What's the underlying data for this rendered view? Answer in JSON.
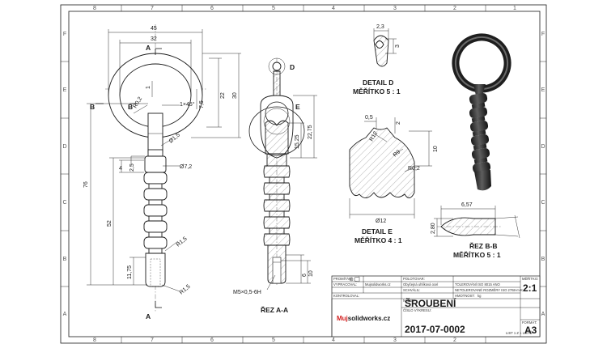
{
  "frame": {
    "col_labels": [
      "8",
      "7",
      "6",
      "5",
      "4",
      "3",
      "2",
      "1"
    ],
    "row_labels": [
      "F",
      "E",
      "D",
      "C",
      "B",
      "A"
    ]
  },
  "main_view": {
    "dims": {
      "d45": "45",
      "d32": "32",
      "d1": "1",
      "chamfer": "1×45°",
      "r02": "R0,2",
      "d7_5": "7,5",
      "d22": "22",
      "d30": "30",
      "d1_5": "Ø1,5",
      "d4": "4",
      "d2_5": "2,5",
      "d7_2": "Ø7,2",
      "d76": "76",
      "d52": "52",
      "r1_5a": "R1,5",
      "d11_75": "11,75",
      "r1_5b": "R1,5"
    },
    "section_marks": {
      "a_top": "A",
      "a_bottom": "A",
      "b_left": "B",
      "b_right": "B"
    }
  },
  "section_aa": {
    "title": "ŘEZ A-A",
    "mark_d": "D",
    "mark_e": "E",
    "dims": {
      "d22_75": "22,75",
      "d15_25": "15,25",
      "d10": "10",
      "d6": "6",
      "thread": "M5×0,5-6H"
    }
  },
  "detail_d": {
    "title": "DETAIL D",
    "scale": "MĚŘÍTKO 5 : 1",
    "dims": {
      "w": "2,3",
      "h": "3"
    }
  },
  "detail_e": {
    "title": "DETAIL E",
    "scale": "MĚŘÍTKO 4 : 1",
    "dims": {
      "d0_5": "0,5",
      "d2": "2",
      "r12": "R12",
      "r9": "R9",
      "d10": "10",
      "r0_2": "R0,2",
      "d12": "Ø12"
    }
  },
  "section_bb": {
    "title": "ŘEZ B-B",
    "scale": "MĚŘÍTKO 5 : 1",
    "dims": {
      "w": "6,57",
      "h": "2,80"
    }
  },
  "title_block": {
    "logo_part1": "Muj",
    "logo_part2": "solidworks.cz",
    "labels": {
      "promitani": "PROMÍTÁNÍ",
      "polotovar": "POLOTOVAR:",
      "vypracoval": "VYPRACOVAL:",
      "schvalil": "SCHVÁLIL:",
      "kontroloval": "KONTROLOVAL:",
      "hmotnost": "HMOTNOST:",
      "nazev": "NÁZEV:",
      "cislo": "ČÍSLO VÝKRESU:",
      "meritko": "MĚŘÍTKO:",
      "format": "FORMÁT:"
    },
    "material": "Obyčejná uhlíková ocel",
    "author": "Mujsolidworks.cz",
    "tolerance": "TOLEROVÁNÍ  ISO 8015  ANO",
    "tolerance2": "NETOLEROVANÉ ROZMĚRY ISO 2768-m-K",
    "weight_unit": "kg",
    "name": "ŠROUBENÍ",
    "drawing_number": "2017-07-0002",
    "scale": "2:1",
    "format": "A3",
    "sheet": "LIST 1 Z 1 LISTŮ"
  }
}
